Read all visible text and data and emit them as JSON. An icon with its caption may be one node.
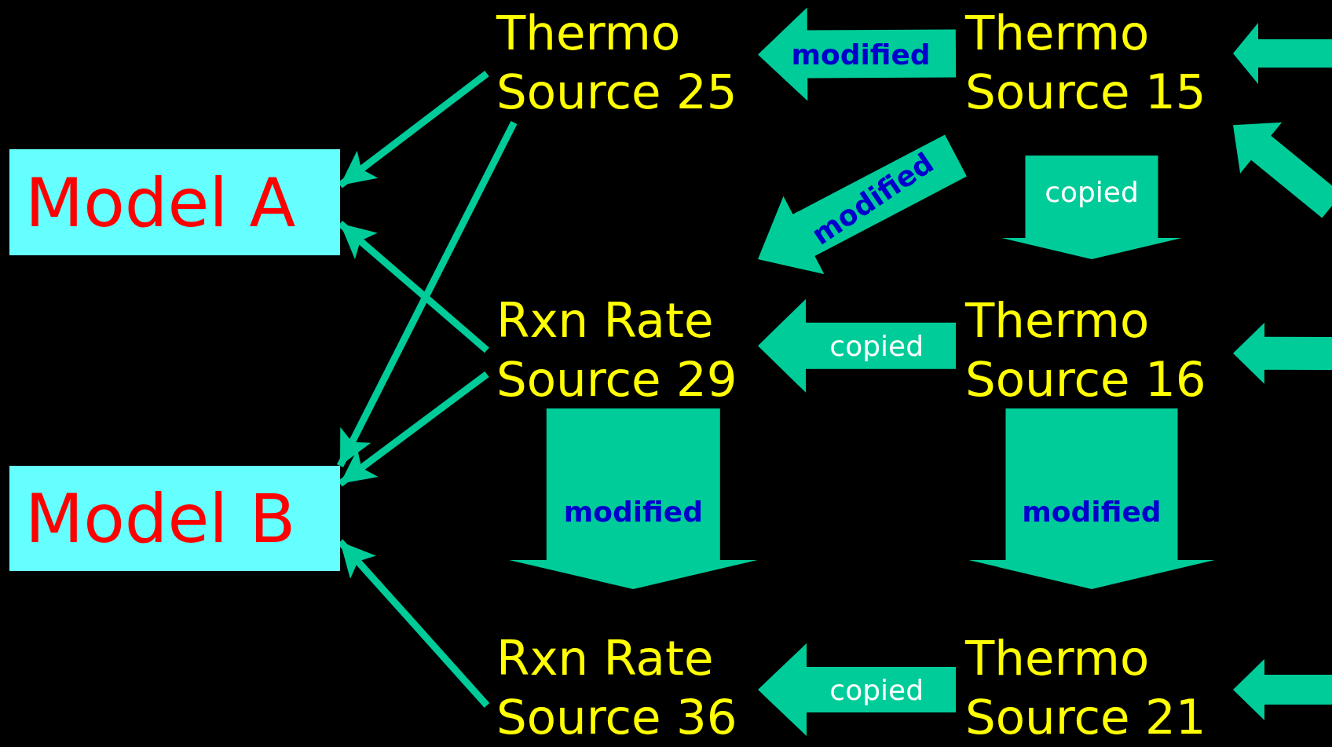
{
  "diagram": {
    "nodes": [
      {
        "text": [
          "Model A"
        ]
      },
      {
        "text": [
          "Model B"
        ]
      },
      {
        "text": [
          "Thermo Source 25"
        ]
      },
      {
        "text": [
          "Thermo Source 15"
        ]
      },
      {
        "text": [
          "Rxn Rate Source 29"
        ]
      },
      {
        "text": [
          "Thermo Source 16"
        ]
      },
      {
        "text": [
          "Rxn Rate Source 36"
        ]
      },
      {
        "text": [
          "Thermo Source 21"
        ]
      }
    ],
    "edges": [
      {
        "from": 2,
        "to": 0,
        "arrow": "to"
      },
      {
        "from": 2,
        "to": 1,
        "arrow": "to"
      },
      {
        "from": 4,
        "to": 0,
        "arrow": "to"
      },
      {
        "from": 4,
        "to": 1,
        "arrow": "to"
      },
      {
        "from": 6,
        "to": 1,
        "arrow": "to"
      },
      {
        "from": 3,
        "to": 2,
        "arrow": "to",
        "label": "modified",
        "style": "thick"
      },
      {
        "from": 3,
        "to": 4,
        "arrow": "to",
        "label": "modified",
        "style": "thick"
      },
      {
        "from": 3,
        "to": 5,
        "arrow": "to",
        "label": "copied",
        "style": "thick"
      },
      {
        "from": 5,
        "to": 4,
        "arrow": "to",
        "label": "copied",
        "style": "thick"
      },
      {
        "from": 4,
        "to": 6,
        "arrow": "to",
        "label": "modified",
        "style": "thick"
      },
      {
        "from": 5,
        "to": 7,
        "arrow": "to",
        "label": "modified",
        "style": "thick"
      },
      {
        "from": 7,
        "to": 6,
        "arrow": "to",
        "label": "copied",
        "style": "thick"
      },
      {
        "from": null,
        "to": 3,
        "arrow": "to",
        "style": "thick"
      },
      {
        "from": null,
        "to": 3,
        "arrow": "to",
        "style": "thick"
      },
      {
        "from": null,
        "to": 5,
        "arrow": "to",
        "style": "thick"
      },
      {
        "from": null,
        "to": 7,
        "arrow": "to",
        "style": "thick"
      }
    ]
  }
}
